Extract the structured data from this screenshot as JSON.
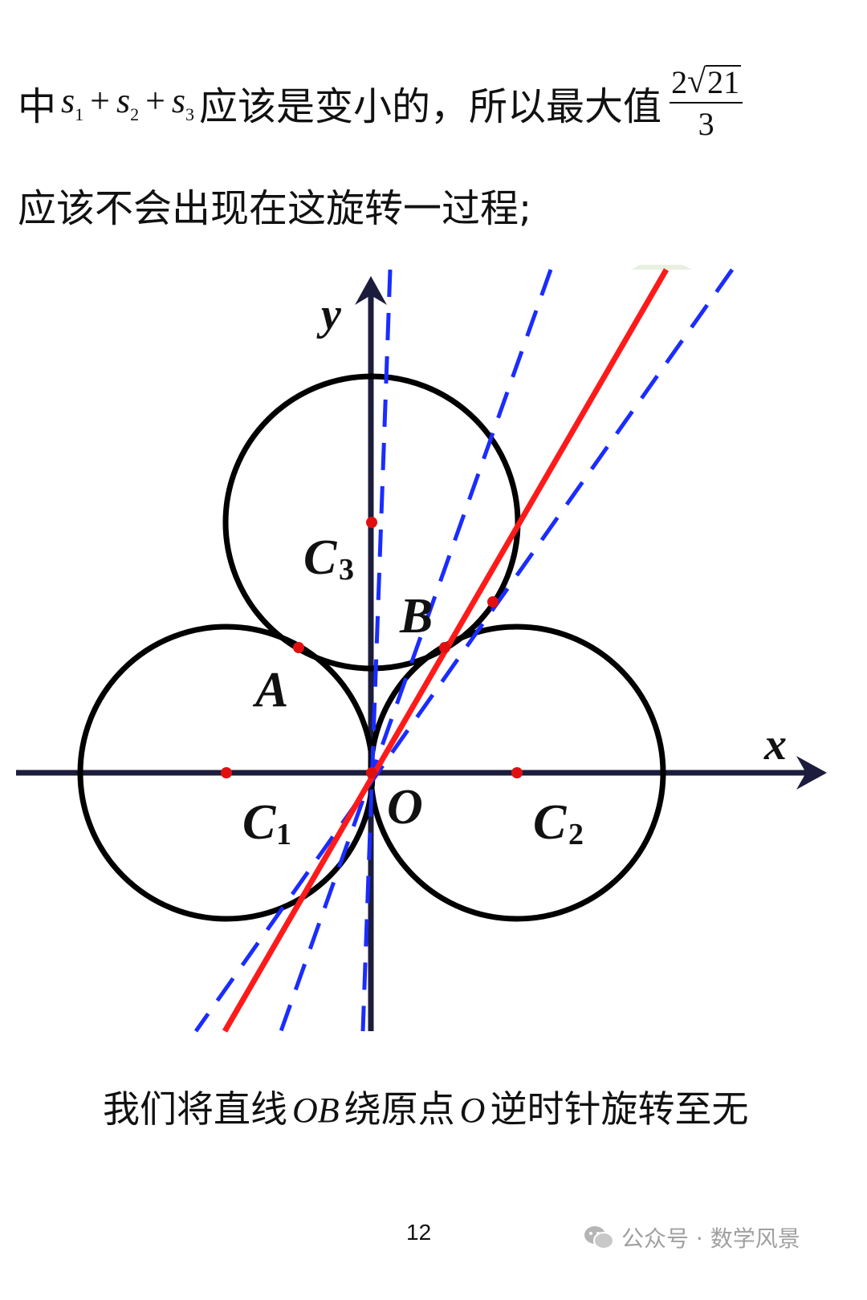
{
  "text": {
    "line1_prefix": "中",
    "s1": "s",
    "s1_sub": "1",
    "plus": "+",
    "s2": "s",
    "s2_sub": "2",
    "s3": "s",
    "s3_sub": "3",
    "line1_middle": "应该是变小的，所以最大值",
    "frac_coef": "2",
    "frac_radical": "√",
    "frac_radicand": "21",
    "frac_den": "3",
    "line2": "应该不会出现在这旋转一过程;",
    "caption_a": "我们将直线",
    "caption_ob": "OB",
    "caption_b": "绕原点",
    "caption_o": "O",
    "caption_c": "逆时针旋转至无",
    "page_number": "12",
    "watermark": "公众号 · 数学风景"
  },
  "figure": {
    "axis_x": "x",
    "axis_y": "y",
    "label_C1": "C",
    "label_C1_sub": "1",
    "label_C2": "C",
    "label_C2_sub": "2",
    "label_C3": "C",
    "label_C3_sub": "3",
    "label_A": "A",
    "label_B": "B",
    "label_O": "O",
    "colors": {
      "axis": "#1c1c3c",
      "circle": "#000000",
      "red_line": "#ff1a1a",
      "dashed": "#1a2cff",
      "point": "#e01010"
    }
  }
}
